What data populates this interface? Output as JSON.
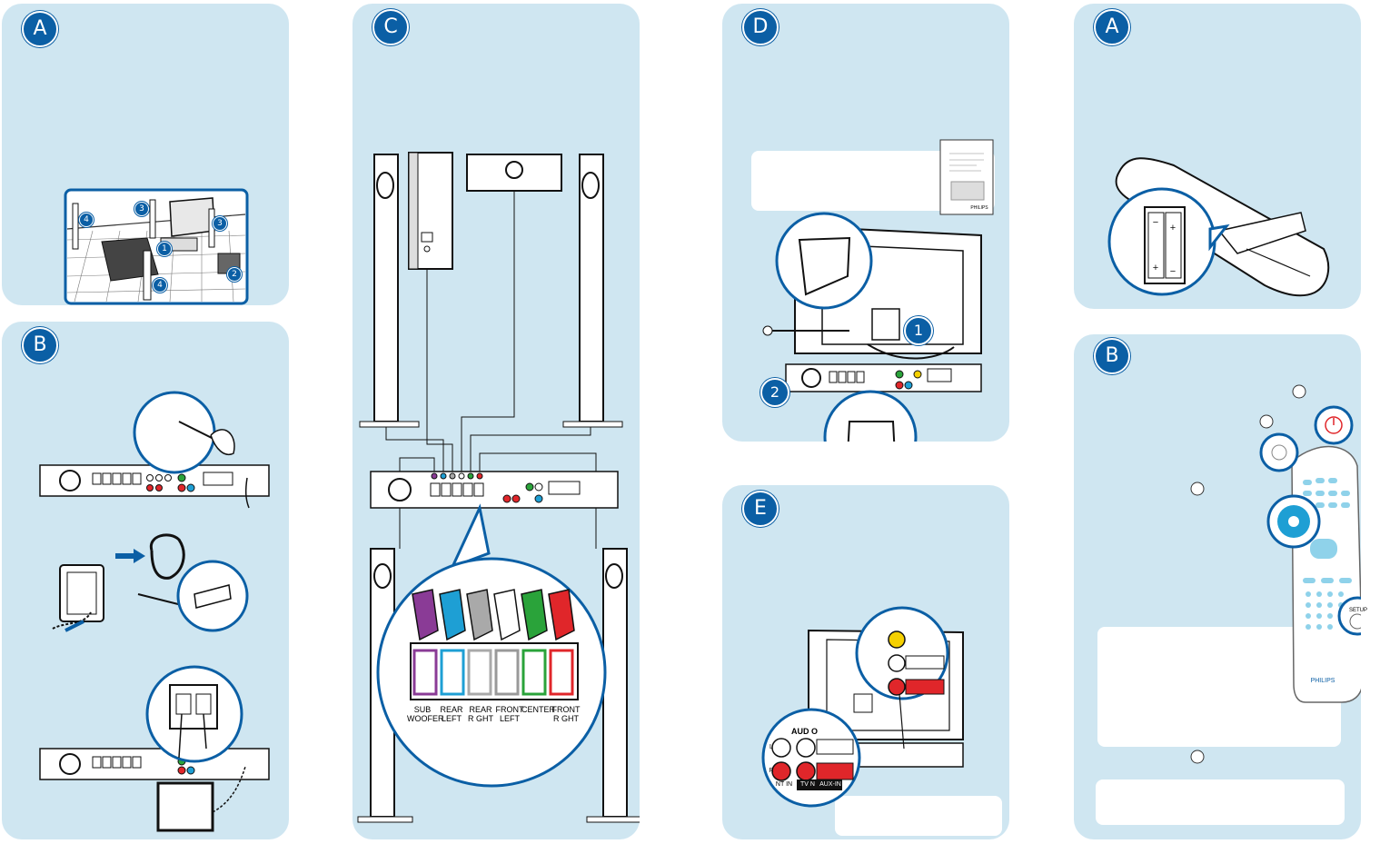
{
  "panels": {
    "p1_top": {
      "badge": "A",
      "room_numbers": [
        "4",
        "3",
        "3",
        "1",
        "2",
        "4"
      ]
    },
    "p1_bottom": {
      "badge": "B"
    },
    "p2": {
      "badge": "C",
      "speaker_labels": [
        "SUB\nWOOFER",
        "REAR\nLEFT",
        "REAR\nR GHT",
        "FRONT\nLEFT",
        "CENTER",
        "FRONT\nR GHT"
      ],
      "connector_colors": [
        "#8a3b96",
        "#1e9fd4",
        "#a9a9a9",
        "#ffffff",
        "#2aa33a",
        "#e0262a"
      ]
    },
    "p3_top": {
      "badge": "D",
      "step_numbers": [
        "1",
        "2"
      ],
      "booklet_brand": "PHILIPS"
    },
    "p3_bottom": {
      "badge": "E",
      "audio_label": "AUD O",
      "jack_labels": [
        "L",
        "R"
      ],
      "input_labels": [
        "NT IN",
        "TV N",
        "AUX-IN"
      ]
    },
    "p4_top": {
      "badge": "A"
    },
    "p4_bottom": {
      "badge": "B",
      "remote_brand": "PHILIPS",
      "setup_label": "SETUP"
    }
  },
  "colors": {
    "panel": "#cfe6f1",
    "accent": "#0b5fa5"
  }
}
